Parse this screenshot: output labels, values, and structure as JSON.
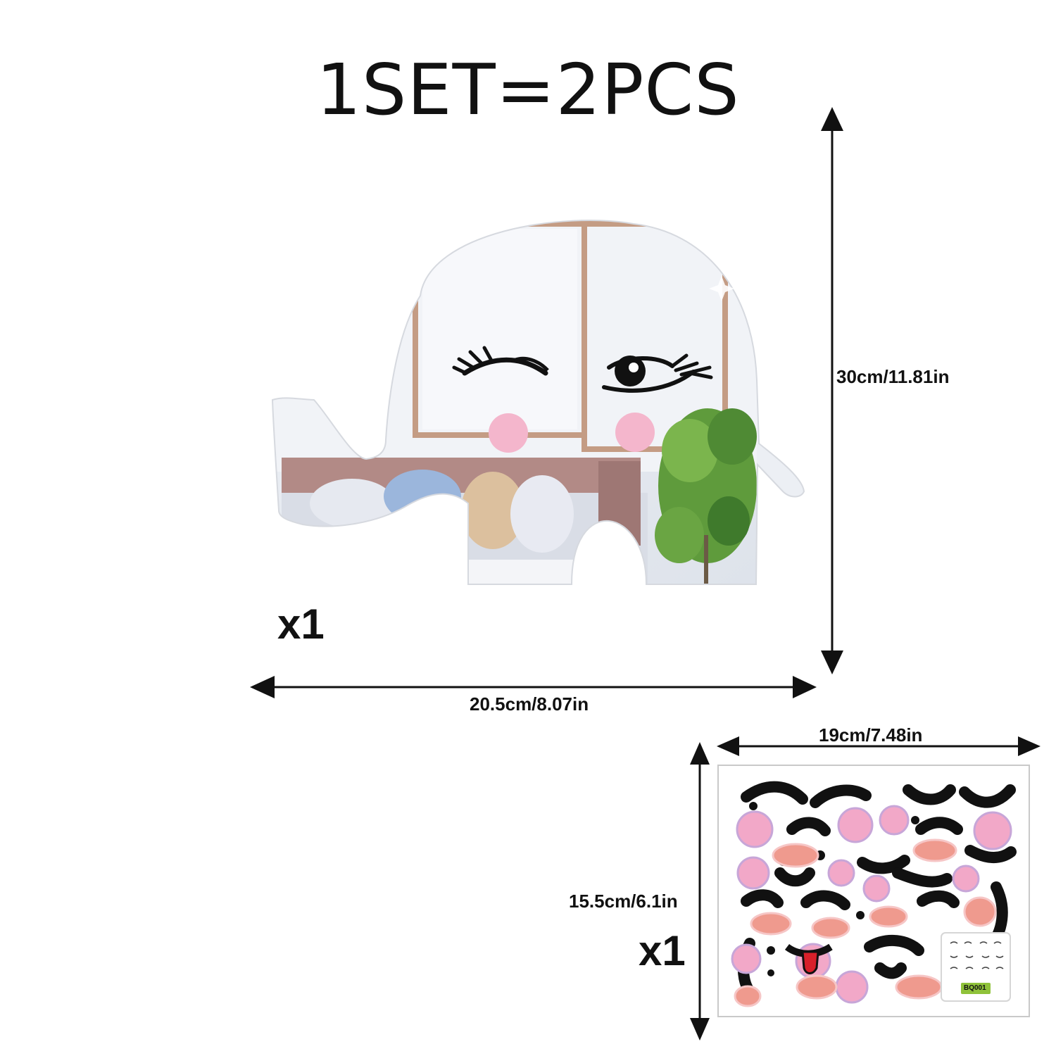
{
  "title": "1SET=2PCS",
  "mirror": {
    "height_label": "30cm/11.81in",
    "width_label": "20.5cm/8.07in",
    "quantity": "x1"
  },
  "sticker_sheet": {
    "width_label": "19cm/7.48in",
    "height_label": "15.5cm/6.1in",
    "quantity": "x1",
    "code": "BQ001"
  },
  "colors": {
    "cheek_pink": "#f4b6cc",
    "sticker_pink": "#f2a8c8",
    "sticker_salmon": "#ef9a8e",
    "tongue_red": "#d8202a",
    "code_green": "#8fc23a"
  }
}
